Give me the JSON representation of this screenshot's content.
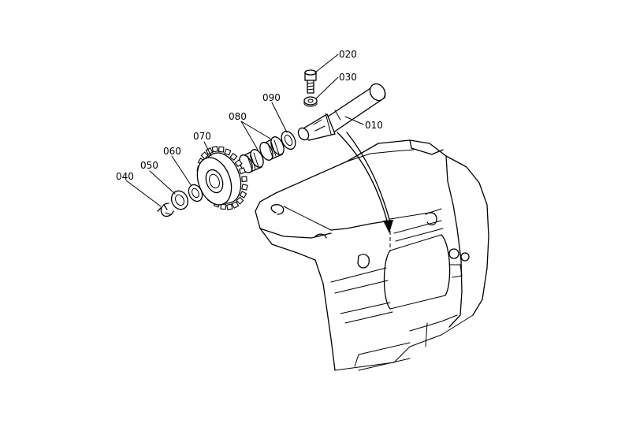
{
  "diagram": {
    "parts": [
      {
        "id": "p010",
        "label": "010"
      },
      {
        "id": "p020",
        "label": "020"
      },
      {
        "id": "p030",
        "label": "030"
      },
      {
        "id": "p040",
        "label": "040"
      },
      {
        "id": "p050",
        "label": "050"
      },
      {
        "id": "p060",
        "label": "060"
      },
      {
        "id": "p070",
        "label": "070"
      },
      {
        "id": "p080",
        "label": "080"
      },
      {
        "id": "p090",
        "label": "090"
      }
    ]
  }
}
